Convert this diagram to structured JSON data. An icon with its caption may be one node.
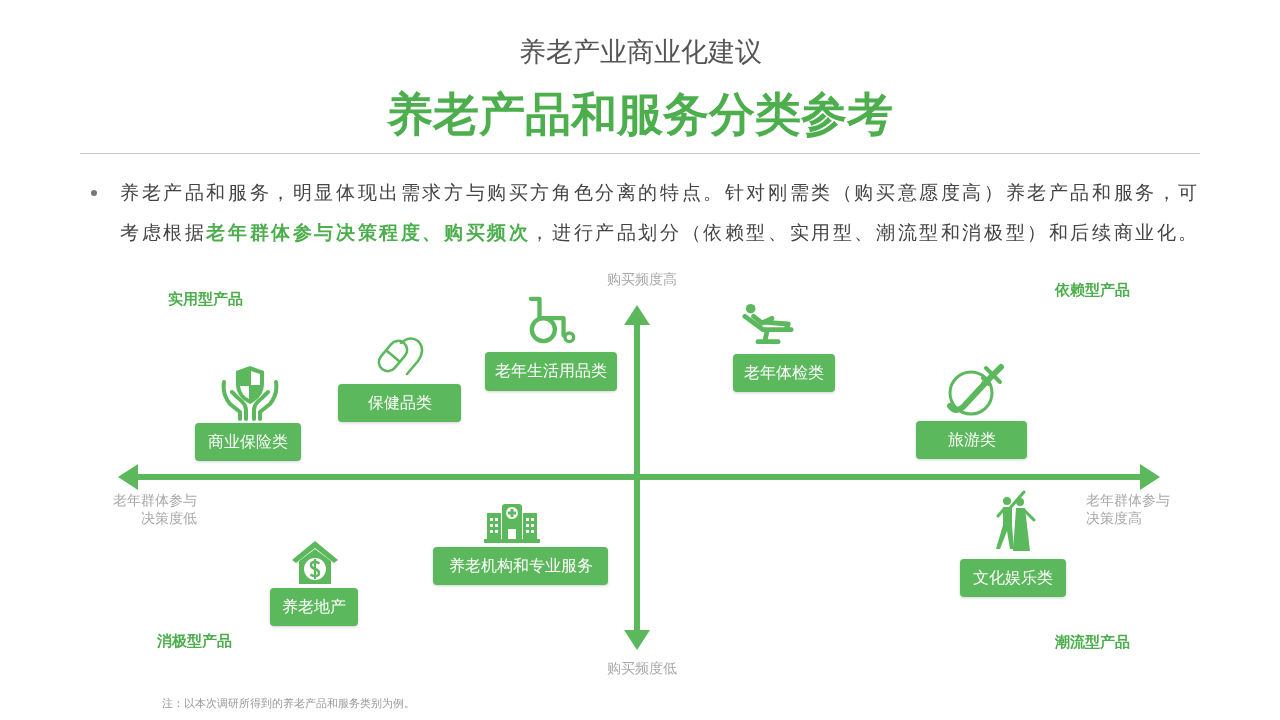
{
  "diagram": {
    "title": "养老产品和服务分类参考",
    "caption": "注：以本次调研所得到的养老产品和服务类别为例。",
    "nodes": [
      {
        "text": [
          "老年生活用品类"
        ]
      },
      {
        "text": [
          "老年体检类"
        ]
      },
      {
        "text": [
          "保健品类"
        ]
      },
      {
        "text": [
          "旅游类"
        ]
      },
      {
        "text": [
          "商业保险类"
        ]
      },
      {
        "text": [
          "养老机构和专业服务"
        ]
      },
      {
        "text": [
          "文化娱乐类"
        ]
      },
      {
        "text": [
          "养老地产"
        ]
      }
    ],
    "labels": [
      "养老产业商业化建议",
      "养老产品和服务，明显体现出需求方与购买方角色分离的特点。针对刚需类（购买意愿度高）养老产品和服务，可考虑根据**老年群体参与决策程度、购买频次**，进行产品划分（依赖型、实用型、潮流型和消极型）和后续商业化。",
      "购买频度高",
      "实用型产品",
      "依赖型产品",
      "老年群体参与决策度低",
      "老年群体参与决策度高",
      "消极型产品",
      "潮流型产品",
      "购买频度低"
    ]
  }
}
